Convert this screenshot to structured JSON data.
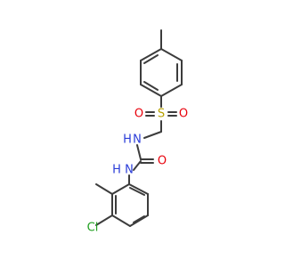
{
  "molecule": {
    "atoms": {
      "s": {
        "label": "S",
        "color": "#b8a200"
      },
      "o1": {
        "label": "O",
        "color": "#e8000b"
      },
      "o2": {
        "label": "O",
        "color": "#e8000b"
      },
      "nh_top": {
        "label": "N",
        "h": "H",
        "color": "#2a3cd8"
      },
      "o_urea": {
        "label": "O",
        "color": "#e8000b"
      },
      "nh_bottom": {
        "label": "N",
        "h": "H",
        "color": "#2a3cd8"
      },
      "cl": {
        "label": "Cl",
        "color": "#1f9f1f"
      }
    },
    "bond_color": "#3c3c3c"
  }
}
